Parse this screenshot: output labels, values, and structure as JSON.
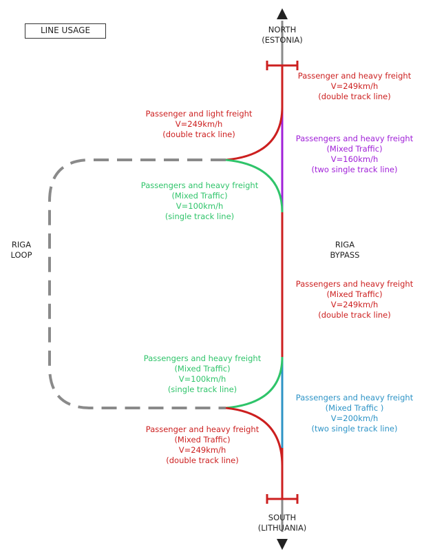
{
  "title": "LINE USAGE",
  "colors": {
    "red": "#cc1f1f",
    "purple": "#a020d8",
    "green": "#2fc46a",
    "blue": "#2c93c6",
    "grey": "#8a8a8a",
    "black": "#222222"
  },
  "north": {
    "line1": "NORTH",
    "line2": "(ESTONIA)"
  },
  "south": {
    "line1": "SOUTH",
    "line2": "(LITHUANIA)"
  },
  "riga_loop": {
    "line1": "RIGA",
    "line2": "LOOP"
  },
  "riga_bypass": {
    "line1": "RIGA",
    "line2": "BYPASS"
  },
  "segments": {
    "north_top": {
      "color": "red",
      "lines": [
        "Passenger and heavy freight",
        "V=249km/h",
        "(double track line)"
      ]
    },
    "north_purple": {
      "color": "purple",
      "lines": [
        "Passengers and heavy freight",
        "(Mixed Traffic)",
        "V=160km/h",
        "(two single track line)"
      ]
    },
    "north_branch_red": {
      "color": "red",
      "lines": [
        "Passenger and light freight",
        "V=249km/h",
        "(double track line)"
      ]
    },
    "north_branch_green": {
      "color": "green",
      "lines": [
        "Passengers and heavy freight",
        "(Mixed Traffic)",
        "V=100km/h",
        "(single track line)"
      ]
    },
    "bypass_middle": {
      "color": "red",
      "lines": [
        "Passengers and heavy freight",
        "(Mixed Traffic)",
        "V=249km/h",
        "(double track line)"
      ]
    },
    "south_branch_green": {
      "color": "green",
      "lines": [
        "Passengers and heavy freight",
        "(Mixed Traffic)",
        "V=100km/h",
        "(single track line)"
      ]
    },
    "south_blue": {
      "color": "blue",
      "lines": [
        "Passengers and heavy freight",
        "(Mixed Traffic )",
        "V=200km/h",
        "(two single track line)"
      ]
    },
    "south_branch_red": {
      "color": "red",
      "lines": [
        "Passenger and heavy freight",
        "(Mixed Traffic)",
        "V=249km/h",
        "(double track line)"
      ]
    }
  }
}
